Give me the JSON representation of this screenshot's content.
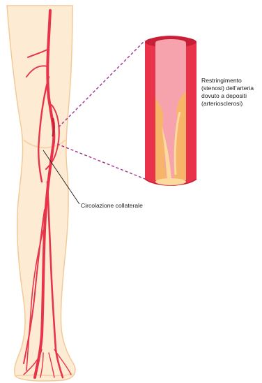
{
  "labels": {
    "stenosis": [
      "Restringimento",
      "(stenosi) dell’arteria",
      "dovuto a depositi",
      "(arteriosclerosi)"
    ],
    "collateral": "Circolazione collaterale"
  },
  "colors": {
    "skin_fill": "#fdecd3",
    "skin_outline": "#f3c99a",
    "artery": "#e8334a",
    "artery_dark": "#c81f38",
    "vessel_wall": "#e8334a",
    "vessel_lumen": "#f7a3ae",
    "plaque": "#f7b56a",
    "plaque_light": "#fcd99c",
    "callout_dash": "#a0308c",
    "leader_line": "#1a1a1a"
  }
}
